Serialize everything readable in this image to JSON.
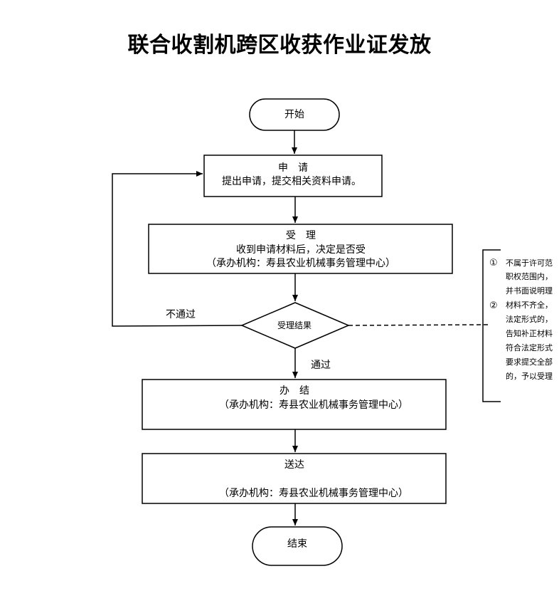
{
  "title": "联合收割机跨区收获作业证发放",
  "nodes": {
    "start": "开始",
    "apply_title": "申　请",
    "apply_desc": "提出申请，提交相关资料申请。",
    "accept_title": "受　理",
    "accept_desc": "收到申请材料后，决定是否受",
    "accept_org": "（承办机构：寿县农业机械事务管理中心）",
    "decision": "受理结果",
    "handle_title": "办　结",
    "handle_org": "（承办机构：寿县农业机械事务管理中心）",
    "deliver_title": "送达",
    "deliver_org": "（承办机构：寿县农业机械事务管理中心）",
    "end": "结束"
  },
  "edges": {
    "fail_label": "不通过",
    "pass_label": "通过"
  },
  "note": {
    "marker1": "①",
    "marker2": "②",
    "lines": [
      "不属于许可范",
      "职权范围内，",
      "并书面说明理",
      "材料不齐全，",
      "法定形式的，",
      "告知补正材料",
      "符合法定形式",
      "要求提交全部",
      "的，予以受理"
    ]
  }
}
